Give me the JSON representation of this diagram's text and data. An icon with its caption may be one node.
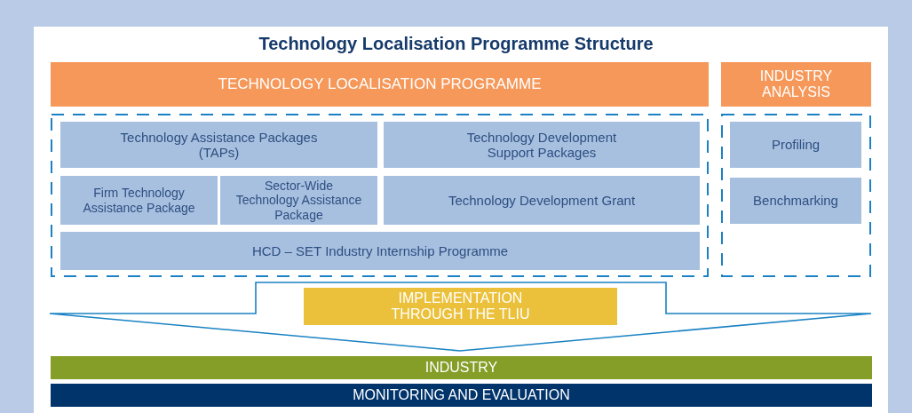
{
  "diagram": {
    "title": "Technology Localisation Programme Structure",
    "nodes": [
      {
        "text": [
          "TECHNOLOGY LOCALISATION PROGRAMME"
        ]
      },
      {
        "text": [
          "INDUSTRY ANALYSIS"
        ]
      },
      {
        "text": [],
        "shape": "box"
      },
      {
        "text": [
          "Technology Assistance Packages (TAPs)"
        ],
        "in": 2
      },
      {
        "text": [
          "Technology Development Support Packages"
        ],
        "in": 2
      },
      {
        "text": [
          "Firm Technology Assistance Package"
        ],
        "in": 2
      },
      {
        "text": [
          "Sector-Wide Technology Assistance Package"
        ],
        "in": 2
      },
      {
        "text": [
          "Technology Development Grant"
        ],
        "in": 2
      },
      {
        "text": [
          "HCD – SET Industry Internship Programme"
        ],
        "in": 2
      },
      {
        "text": [],
        "shape": "box"
      },
      {
        "text": [
          "Profiling"
        ],
        "in": 9
      },
      {
        "text": [
          "Benchmarking"
        ],
        "in": 9
      },
      {
        "text": [],
        "shape": "arrow"
      },
      {
        "text": [
          "IMPLEMENTATION THROUGH THE TLIU"
        ],
        "in": 12
      },
      {
        "text": [
          "INDUSTRY"
        ]
      },
      {
        "text": [
          "MONITORING AND EVALUATION"
        ]
      }
    ]
  }
}
